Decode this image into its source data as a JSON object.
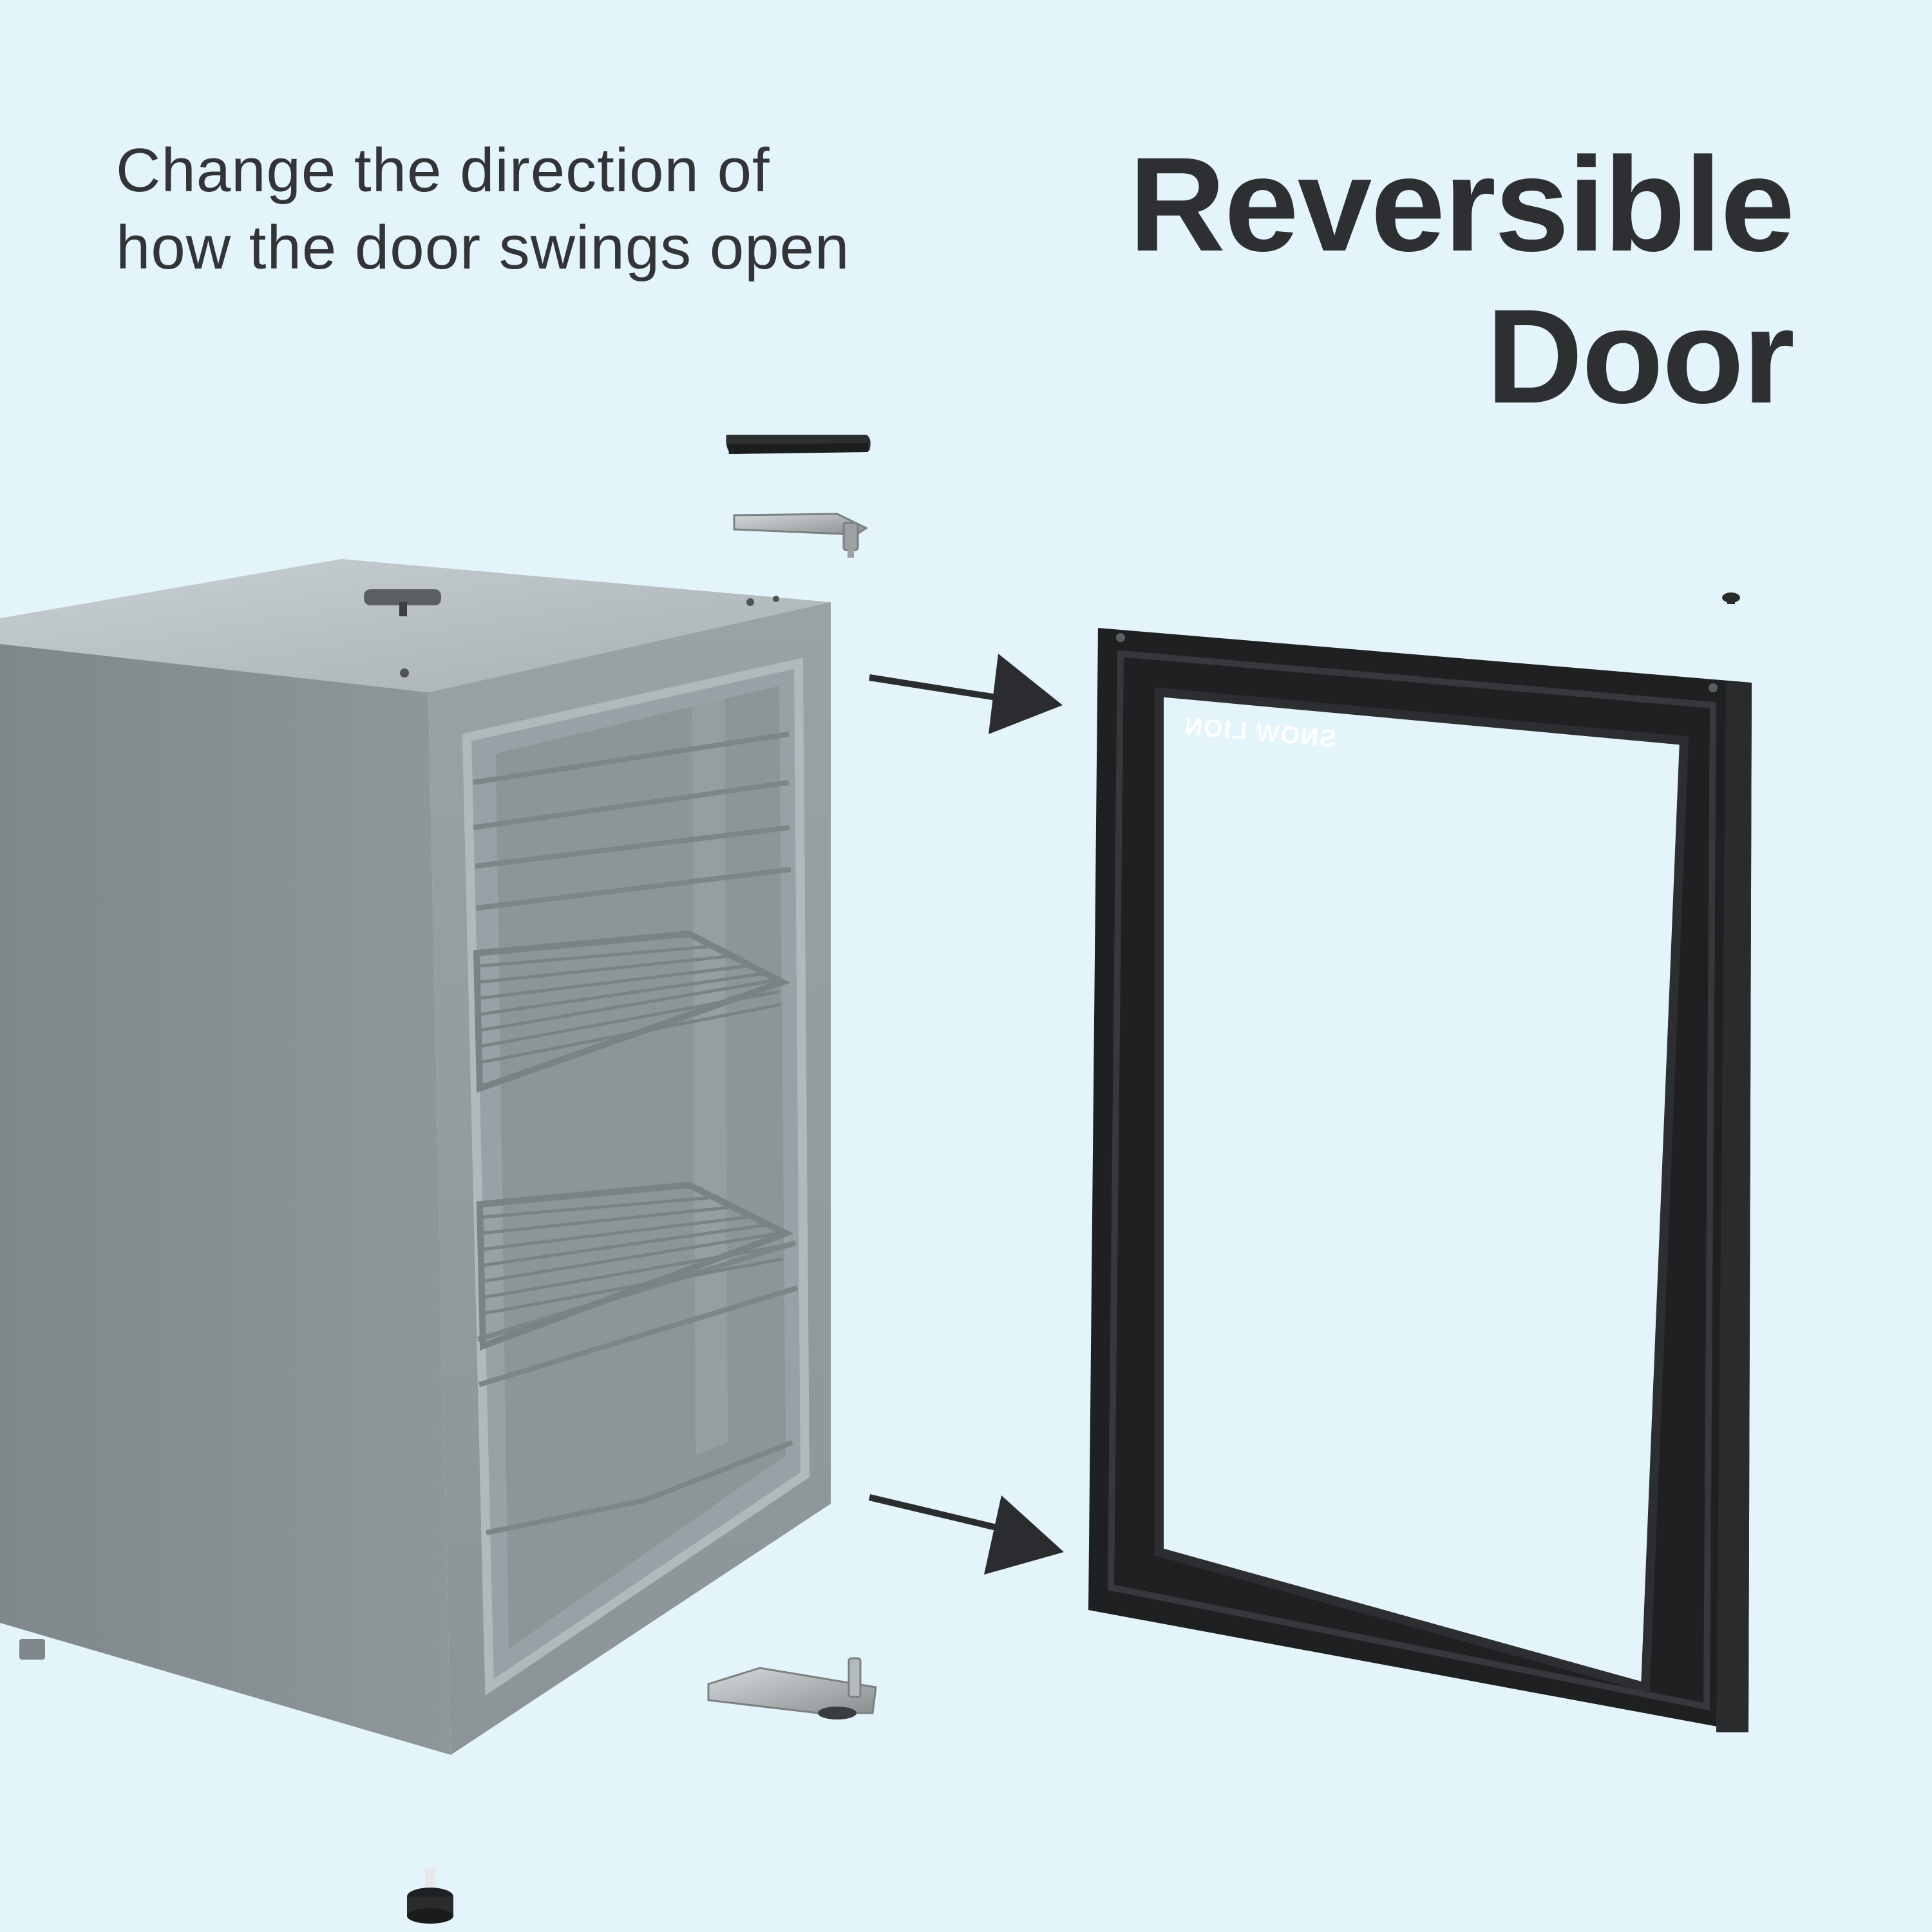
{
  "subtitle": {
    "line1": "Change the direction of",
    "line2": "how the door swings open"
  },
  "headline": {
    "line1": "Reversible",
    "line2": "Door"
  },
  "logo_text": "SNOW LION",
  "colors": {
    "background": "#e3f4fb",
    "text": "#2e2f33",
    "cabinet": "#8d9498",
    "door_frame": "#1f2022",
    "arrow": "#2b2c2f"
  }
}
